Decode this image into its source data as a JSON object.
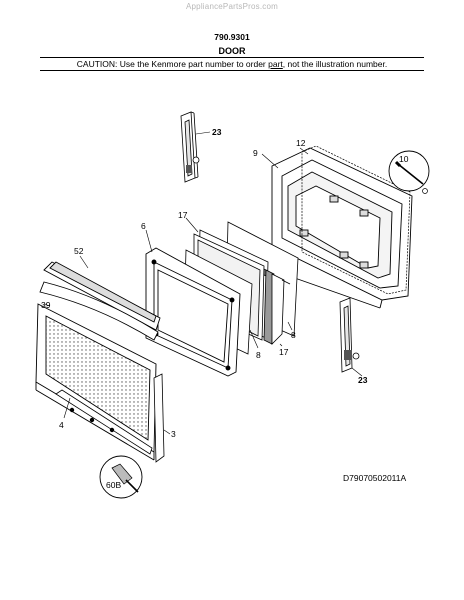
{
  "header": {
    "watermark": "AppliancePartsPros.com",
    "model_code": "790.9301",
    "section_title": "DOOR",
    "caution_prefix": "CAUTION: Use the Kenmore part number to order ",
    "caution_link": "part",
    "caution_suffix": ", not the illustration number."
  },
  "callouts": {
    "hinge_top": "23",
    "hinge_bottom": "23",
    "inner_door": "9",
    "gasket": "12",
    "screw_detail": "10",
    "door_liner": "6",
    "glass_pack_top": "17",
    "glass_pack_bottom": "17",
    "glass_left": "8",
    "glass_right": "8",
    "handle": "52",
    "outer_panel": "39",
    "trim_bottom": "4",
    "side_trim": "3",
    "screw_bottom": "60B"
  },
  "footer": {
    "figure_code": "D79070502011A"
  }
}
